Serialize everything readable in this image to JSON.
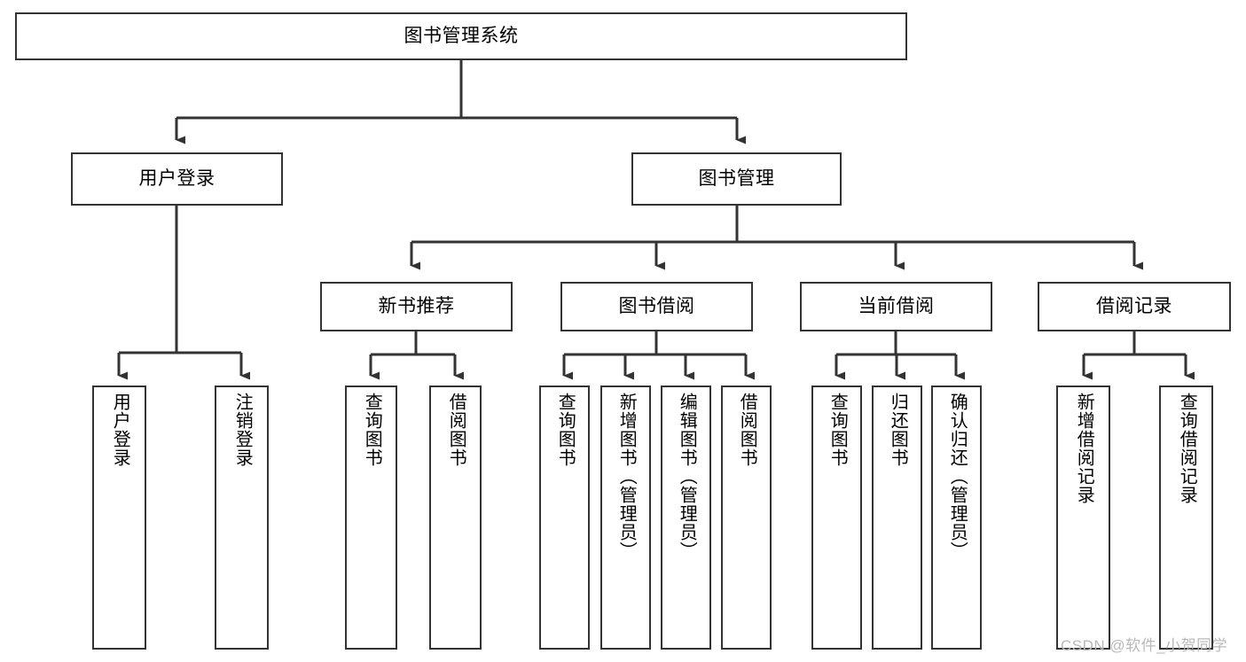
{
  "diagram": {
    "title": "图书管理系统",
    "type": "function-structure-tree",
    "watermark": "CSDN @软件_小贺同学",
    "colors": {
      "stroke": "#333333",
      "fill": "#ffffff",
      "text": "#000000",
      "watermark": "#b9b9b9"
    },
    "levels": {
      "root": {
        "label": "图书管理系统"
      },
      "level2": [
        {
          "label": "用户登录"
        },
        {
          "label": "图书管理"
        }
      ],
      "level3": [
        {
          "label": "新书推荐"
        },
        {
          "label": "图书借阅"
        },
        {
          "label": "当前借阅"
        },
        {
          "label": "借阅记录"
        }
      ],
      "leaves": {
        "user_login": [
          {
            "label": "用户登录"
          },
          {
            "label": "注销登录"
          }
        ],
        "new_book_recommend": [
          {
            "label": "查询图书"
          },
          {
            "label": "借阅图书"
          }
        ],
        "book_borrow": [
          {
            "label": "查询图书"
          },
          {
            "label": "新增图书（管理员）"
          },
          {
            "label": "编辑图书（管理员）"
          },
          {
            "label": "借阅图书"
          }
        ],
        "current_borrow": [
          {
            "label": "查询图书"
          },
          {
            "label": "归还图书"
          },
          {
            "label": "确认归还（管理员）"
          }
        ],
        "borrow_record": [
          {
            "label": "新增借阅记录"
          },
          {
            "label": "查询借阅记录"
          }
        ]
      }
    }
  }
}
